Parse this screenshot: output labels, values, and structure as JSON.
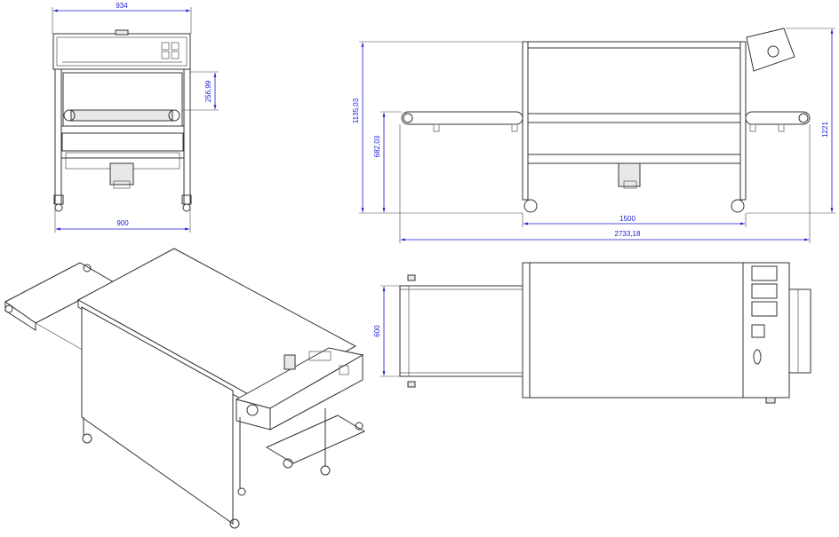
{
  "colors": {
    "dimension": "#1a1ad6",
    "line": "#333333",
    "background": "#ffffff"
  },
  "dimensions": {
    "front_top_width": "934",
    "front_bottom_width": "900",
    "front_opening_height": "256,99",
    "side_frame_height": "1135,03",
    "side_conveyor_height": "682,03",
    "side_total_height": "1221",
    "side_frame_length": "1500",
    "side_total_length": "2733,18",
    "top_belt_width": "600"
  }
}
